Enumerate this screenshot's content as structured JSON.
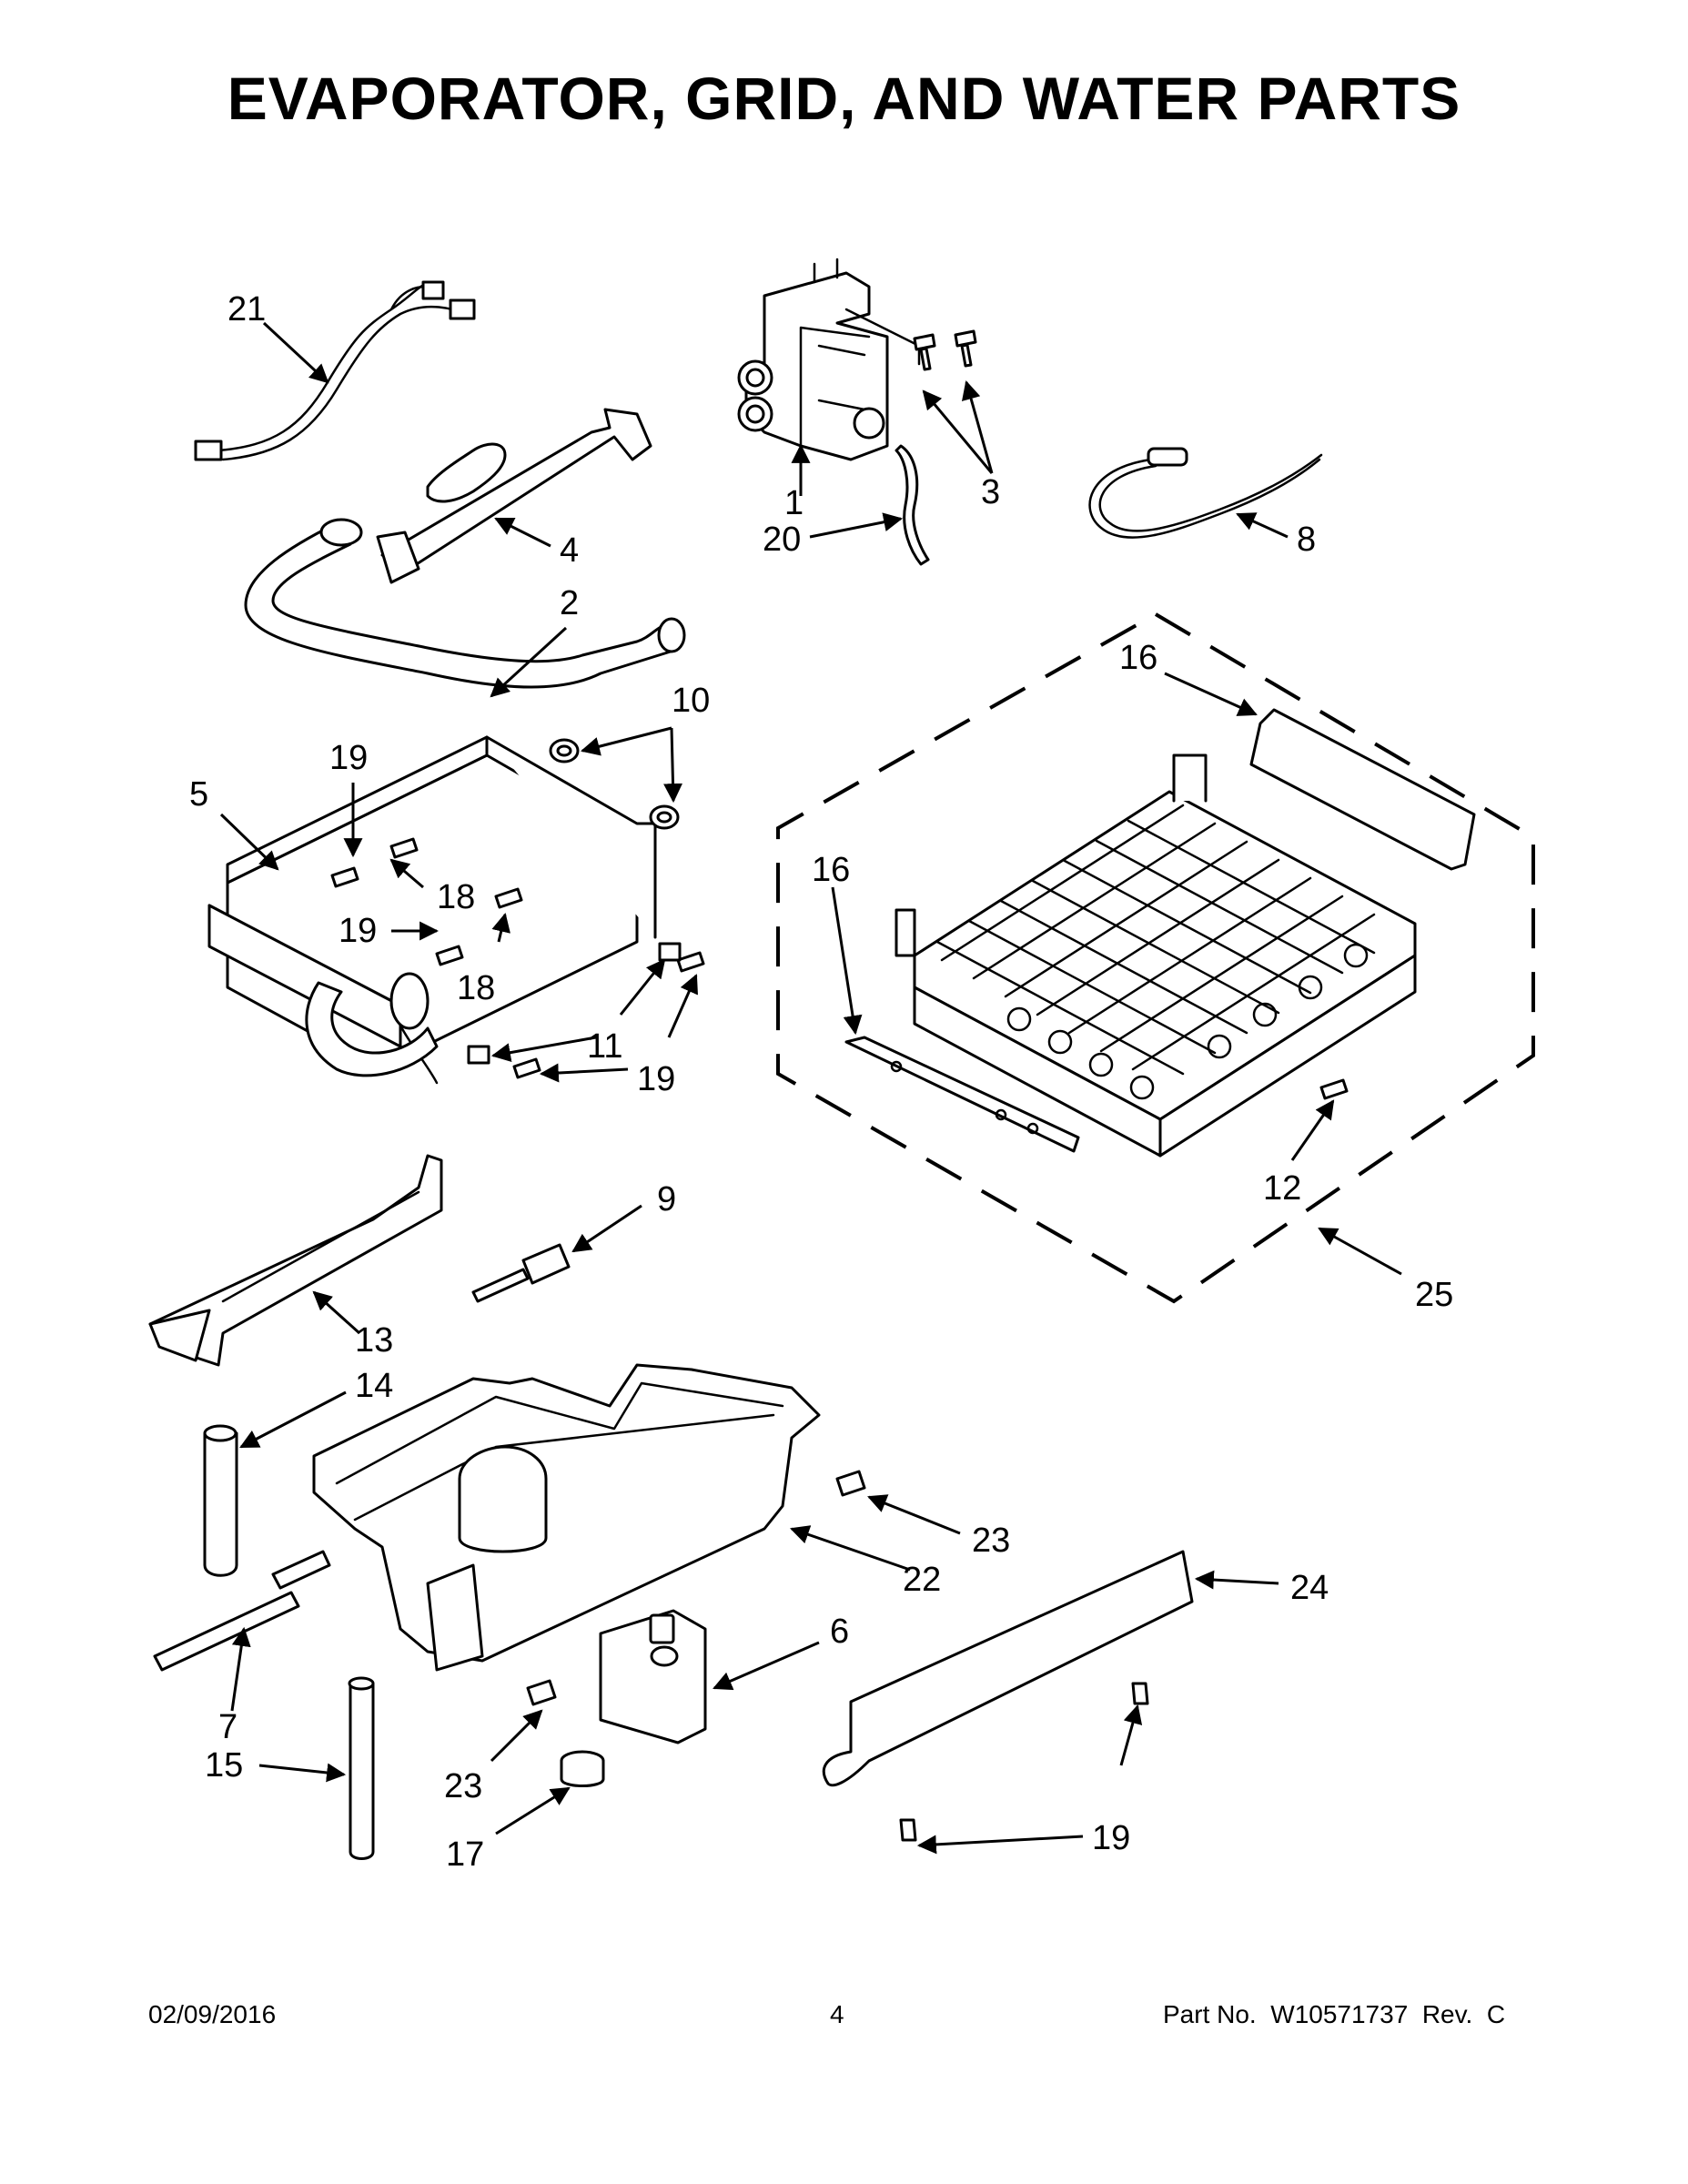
{
  "title": "EVAPORATOR, GRID, AND WATER PARTS",
  "footer": {
    "date": "02/09/2016",
    "page": "4",
    "part_no": "Part No.  W10571737  Rev.  C"
  },
  "callouts": [
    "21",
    "1",
    "3",
    "20",
    "8",
    "4",
    "2",
    "10",
    "19",
    "5",
    "18",
    "19",
    "18",
    "11",
    "19",
    "16",
    "16",
    "12",
    "25",
    "9",
    "13",
    "14",
    "23",
    "22",
    "24",
    "6",
    "7",
    "15",
    "23",
    "17",
    "19"
  ]
}
